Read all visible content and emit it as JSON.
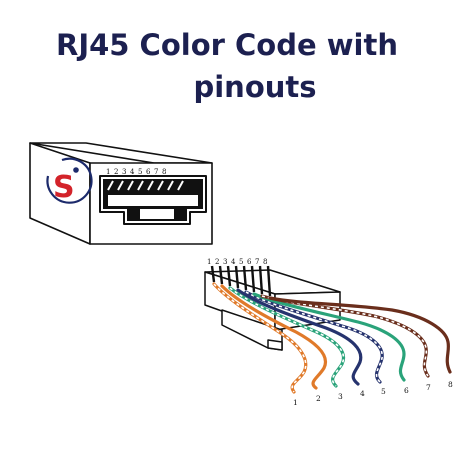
{
  "title": {
    "line1": "RJ45 Color Code with",
    "line2": "pinouts"
  },
  "logo": {
    "letter": "S"
  },
  "jack": {
    "pin_labels": [
      "1",
      "2",
      "3",
      "4",
      "5",
      "6",
      "7",
      "8"
    ]
  },
  "plug": {
    "pin_labels": [
      "1",
      "2",
      "3",
      "4",
      "5",
      "6",
      "7",
      "8"
    ],
    "wire_labels": [
      "1",
      "2",
      "3",
      "4",
      "5",
      "6",
      "7",
      "8"
    ]
  },
  "colors": {
    "title": "#1c2050",
    "logo_red": "#d3232a",
    "logo_blue": "#1c2a6b",
    "orange": "#e07a2a",
    "green": "#2aa37a",
    "blue": "#26336e",
    "brown": "#6a2e1c"
  },
  "wires": [
    {
      "pin": "1",
      "color": "orange-white",
      "main": "orange",
      "striped": true
    },
    {
      "pin": "2",
      "color": "orange",
      "main": "orange",
      "striped": false
    },
    {
      "pin": "3",
      "color": "green-white",
      "main": "green",
      "striped": true
    },
    {
      "pin": "4",
      "color": "blue",
      "main": "blue",
      "striped": false
    },
    {
      "pin": "5",
      "color": "blue-white",
      "main": "blue",
      "striped": true
    },
    {
      "pin": "6",
      "color": "green",
      "main": "green",
      "striped": false
    },
    {
      "pin": "7",
      "color": "brown-white",
      "main": "brown",
      "striped": true
    },
    {
      "pin": "8",
      "color": "brown",
      "main": "brown",
      "striped": false
    }
  ]
}
